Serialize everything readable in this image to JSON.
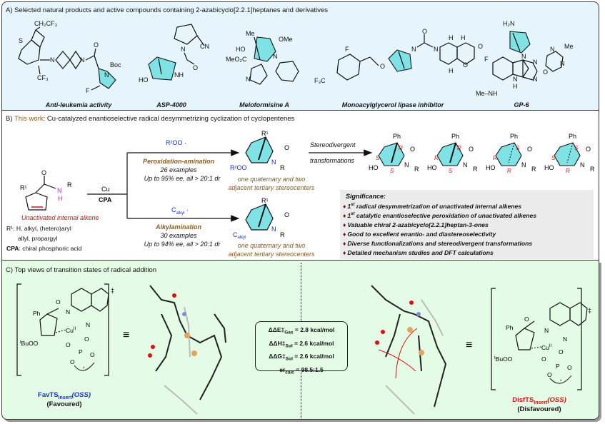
{
  "panelA": {
    "title": "A) Selected natural products and active compounds containing 2-azabicyclo[2.2.1]heptanes and derivatives",
    "compounds": [
      {
        "label": "Anti-leukemia activity",
        "atoms": [
          "CH₂CF₃",
          "S",
          "N",
          "N",
          "O",
          "Boc",
          "N",
          "CF₃",
          "F"
        ]
      },
      {
        "label": "ASP-4000",
        "atoms": [
          "CN",
          "N",
          "O",
          "HO",
          "NH"
        ]
      },
      {
        "label": "Meloformisine A",
        "atoms": [
          "Me",
          "OMe",
          "HO",
          "N",
          "MeO₂C",
          "N"
        ]
      },
      {
        "label": "Monoacylglycerol lipase inhibitor",
        "atoms": [
          "F",
          "O",
          "N",
          "O",
          "N",
          "H",
          "H",
          "O",
          "H",
          "O",
          "F₃C"
        ]
      },
      {
        "label": "GP-6",
        "atoms": [
          "H₂N",
          "N",
          "F",
          "N",
          "N",
          "Me",
          "N",
          "N",
          "O",
          "N",
          "Me–NH",
          "H"
        ]
      }
    ]
  },
  "panelB": {
    "title_prefix": "B) ",
    "title_highlight": "This work",
    "title_rest": ": Cu-catalyzed enantioselective radical desymmetrizing cyclization of cyclopentenes",
    "substrate": {
      "r1": "R¹",
      "o": "O",
      "n": "N",
      "h": "H",
      "r": "R",
      "caption": "Unactivated internal alkene",
      "notes": [
        "R¹: H, alkyl, (hetero)aryl",
        "allyl, propargyl"
      ],
      "cpa_label": "CPA",
      "cpa_desc": ": chiral phosphoric acid"
    },
    "reagents": {
      "top": "Cu",
      "bottom": "CPA"
    },
    "upper_branch": {
      "radical": "R²OO ·",
      "name": "Peroxidation-amination",
      "examples": "26 examples",
      "selectivity": "Up to 95% ee, all > 20:1 dr",
      "product_caption": [
        "one quaternary and two",
        "adjacent tertiary stereocenters"
      ],
      "product_atoms": {
        "r1": "R¹",
        "o": "O",
        "sub": "R²OO",
        "n": "N",
        "r": "R"
      }
    },
    "lower_branch": {
      "radical": "C",
      "radical_sub": "alkyl",
      "name": "Alkylamination",
      "examples": "30 examples",
      "selectivity": "Up to 94% ee, all > 20:1 dr",
      "product_caption": [
        "one quaternary and two",
        "adjacent tertiary stereocenters"
      ],
      "product_atoms": {
        "r1": "R¹",
        "o": "O",
        "sub": "C",
        "sub_sub": "alkyl",
        "n": "N",
        "r": "R"
      }
    },
    "stereodivergent": {
      "line1": "Stereodivergent",
      "line2": "transformations"
    },
    "stereoisomers": [
      {
        "ph": "Ph",
        "o": "O",
        "ho": "HO",
        "n": "N",
        "r": "R",
        "config": [
          "R",
          "S",
          "S"
        ]
      },
      {
        "ph": "Ph",
        "o": "O",
        "ho": "HO",
        "n": "N",
        "r": "R",
        "config": [
          "R",
          "R",
          "S"
        ]
      },
      {
        "ph": "Ph",
        "o": "O",
        "ho": "HO",
        "n": "N",
        "r": "R",
        "config": [
          "S",
          "R",
          "R"
        ]
      },
      {
        "ph": "Ph",
        "o": "O",
        "ho": "HO",
        "n": "N",
        "r": "R",
        "config": [
          "S",
          "S",
          "R"
        ]
      }
    ],
    "significance": {
      "title": "Significance:",
      "items": [
        {
          "sup": "st",
          "pre": "1",
          "text": " radical desymmetrization of unactivated internal alkenes"
        },
        {
          "sup": "st",
          "pre": "1",
          "text": " catalytic enantioselective peroxidation of unactivated alkenes"
        },
        {
          "sup": "",
          "pre": "",
          "text": "Valuable chiral 2-azabicyclo[2.2.1]heptan-3-ones"
        },
        {
          "sup": "",
          "pre": "",
          "text": "Good to excellent enantio- and diastereoselectivity"
        },
        {
          "sup": "",
          "pre": "",
          "text": "Diverse functionalizations and stereodivergent transformations"
        },
        {
          "sup": "",
          "pre": "",
          "text": "Detailed mechanism studies and DFT calculations"
        }
      ]
    }
  },
  "panelC": {
    "title": "C) Top views of transition states of radical addition",
    "favoured": {
      "name_main": "FavTS",
      "name_sub": "Insert",
      "name_paren": "(OSS)",
      "status": "(Favoured)",
      "atoms": {
        "ph": "Ph",
        "o": "O",
        "n1": "N",
        "n2": "N",
        "cu": "Cu",
        "cu_ox": "II",
        "tbuoo": "BuOO",
        "t": "t",
        "p": "P",
        "o1": "O",
        "o2": "O",
        "o3": "O",
        "o4": "O",
        "dagger": "‡",
        "star": "*"
      }
    },
    "disfavoured": {
      "name_main": "DisfTS",
      "name_sub": "Insert",
      "name_paren": "(OSS)",
      "status": "(Disfavoured)",
      "atoms": {
        "ph": "Ph",
        "o": "O",
        "n1": "N",
        "n2": "N",
        "cu": "Cu",
        "cu_ox": "II",
        "tbuoo": "BuOO",
        "t": "t",
        "p": "P",
        "o1": "O",
        "o2": "O",
        "o3": "O",
        "o4": "O",
        "dagger": "‡",
        "star": "*"
      }
    },
    "equiv_symbol": "≡",
    "energies": [
      {
        "label": "ΔΔE‡",
        "sub": "Gas",
        "value": " = 2.8 kcal/mol"
      },
      {
        "label": "ΔΔH‡",
        "sub": "Sol",
        "value": " = 2.6 kcal/mol"
      },
      {
        "label": "ΔΔG‡",
        "sub": "Sol",
        "value": " = 2.6 kcal/mol"
      },
      {
        "label": "er",
        "sub": "calc",
        "value": " = 98.5:1.5"
      }
    ]
  },
  "colors": {
    "panelA_bg": "#e6f4fb",
    "panelC_bg": "#e4fbe6",
    "cyan_ring": "#7fe3e6",
    "brown_text": "#8a5a28",
    "red_text": "#e01010",
    "blue_text": "#1a2fd0",
    "magenta_nh": "#d81fd8",
    "bullet": "#7a1010"
  }
}
